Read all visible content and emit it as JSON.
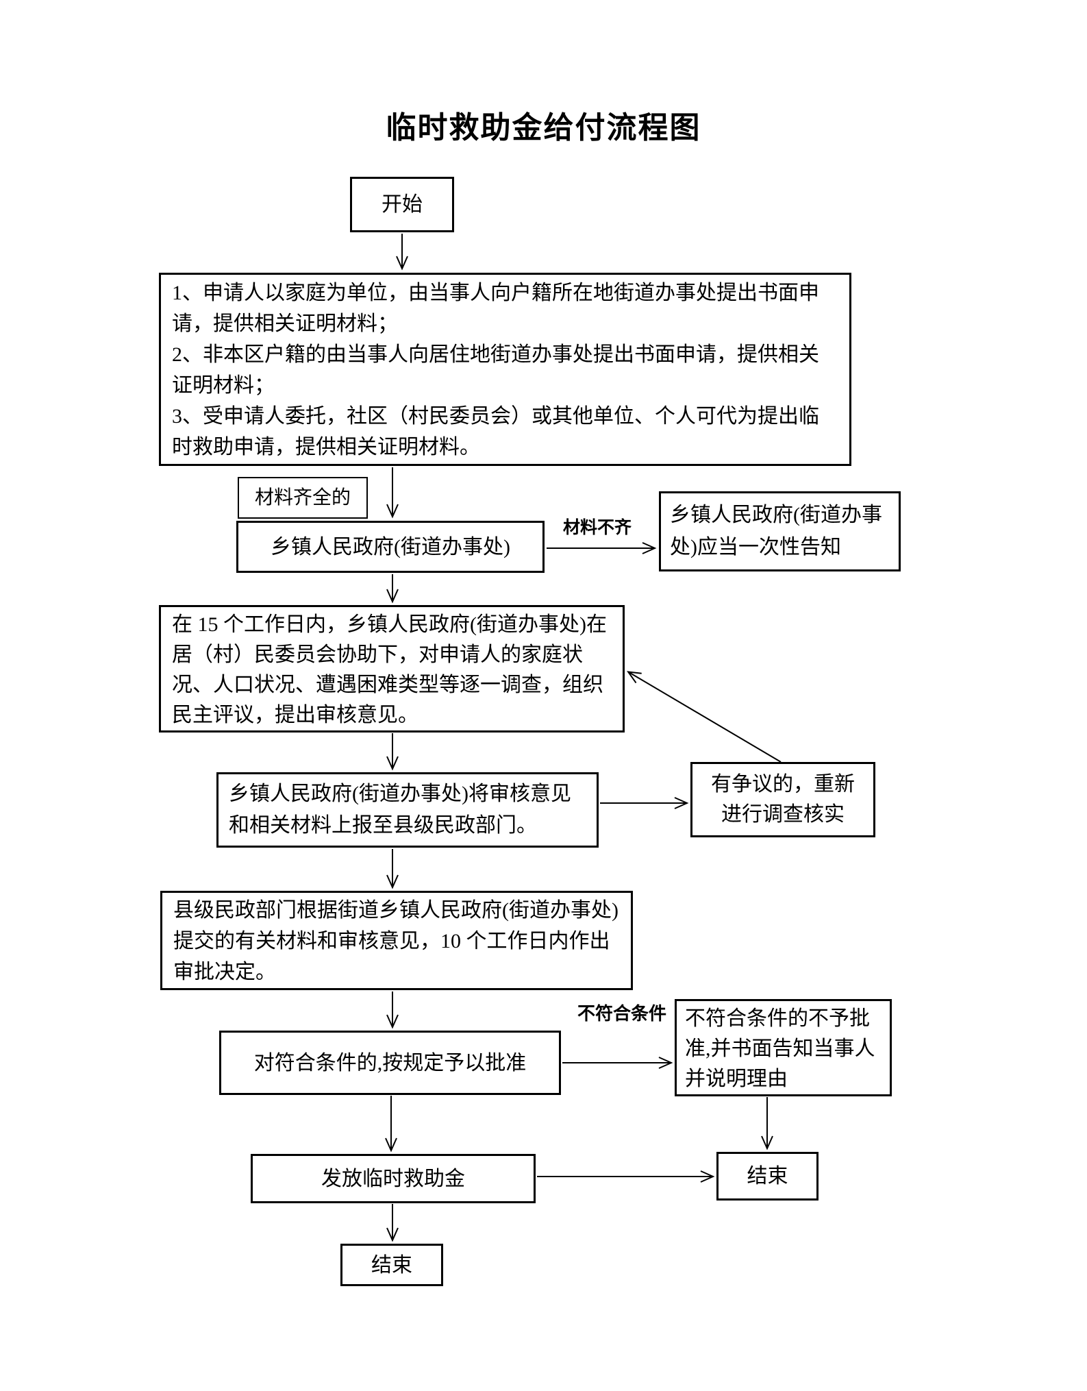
{
  "title": "临时救助金给付流程图",
  "nodes": {
    "start": "开始",
    "application": {
      "items": [
        "1、申请人以家庭为单位，由当事人向户籍所在地街道办事处提出书面申请，提供相关证明材料；",
        "2、非本区户籍的由当事人向居住地街道办事处提出书面申请，提供相关证明材料；",
        "3、受申请人委托，社区（村民委员会）或其他单位、个人可代为提出临时救助申请，提供相关证明材料。"
      ]
    },
    "materials_complete": "材料齐全的",
    "township_gov": "乡镇人民政府(街道办事处)",
    "notify_once": "乡镇人民政府(街道办事处)应当一次性告知",
    "investigate": "在 15 个工作日内，乡镇人民政府(街道办事处)在居（村）民委员会协助下，对申请人的家庭状况、人口状况、遭遇困难类型等逐一调查，组织民主评议，提出审核意见。",
    "report": "乡镇人民政府(街道办事处)将审核意见和相关材料上报至县级民政部门。",
    "dispute": "有争议的，重新进行调查核实",
    "county_decision": "县级民政部门根据街道乡镇人民政府(街道办事处)提交的有关材料和审核意见，10 个工作日内作出审批决定。",
    "approve": "对符合条件的,按规定予以批准",
    "reject": "不符合条件的不予批准,并书面告知当事人并说明理由",
    "issue_funds": "发放临时救助金",
    "end_right": "结束",
    "end_bottom": "结束"
  },
  "edge_labels": {
    "materials_incomplete": "材料不齐",
    "not_qualified": "不符合条件"
  },
  "colors": {
    "line": "#000000",
    "text": "#000000",
    "background": "#ffffff"
  }
}
